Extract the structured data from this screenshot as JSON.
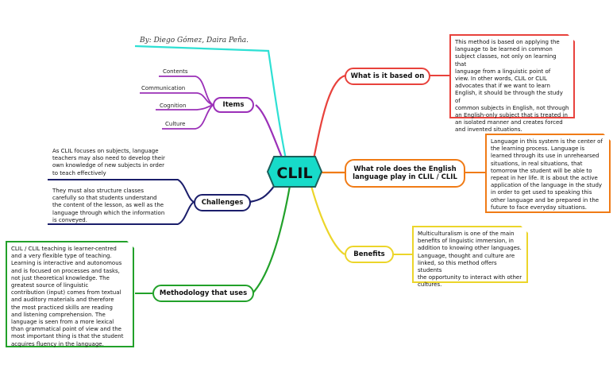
{
  "central": {
    "label": "CLIL",
    "fill": "#17dbc9",
    "border": "#1a5f5a"
  },
  "author": "By: Diego Gómez, Daira Peña.",
  "items": {
    "label": "Items",
    "color": "#9b30b8",
    "leaves": [
      "Contents",
      "Communication",
      "Cognition",
      "Culture"
    ]
  },
  "challenges": {
    "label": "Challenges",
    "color": "#1b1e6b",
    "notes": [
      "As CLIL focuses on subjects, language\nteachers may also need to develop their\nown knowledge of new subjects in order\nto teach effectively",
      "They must also structure classes\ncarefully so that students understand\nthe content of the lesson, as well as the\nlanguage through which the information\nis conveyed."
    ]
  },
  "methodology": {
    "label": "Methodology that uses",
    "color": "#22a12a",
    "note": "CLIL / CLIL teaching is learner-centred\nand a very flexible type of teaching.\nLearning is interactive and autonomous\nand is focused on processes and tasks,\nnot just theoretical knowledge. The\ngreatest source of linguistic\ncontribution (input) comes from textual\nand auditory materials and therefore\nthe most practiced skills are reading\nand listening comprehension. The\nlanguage is seen from a more lexical\nthan grammatical point of view and the\nmost important thing is that the student\nacquires fluency in the language."
  },
  "based_on": {
    "label": "What is it based on",
    "color": "#e8423c",
    "note": "This method is based on applying the\nlanguage to be learned in common\nsubject classes, not only on learning that\nlanguage from a linguistic point of\nview. In other words, CLIL or CLIL\nadvocates that if we want to learn\nEnglish, it should be through the study of\ncommon subjects in English, not through\nan English-only subject that is treated in\nan isolated manner and creates forced\nand invented situations."
  },
  "role": {
    "label": "What role does the English\nlanguage play in CLIL / CLIL",
    "color": "#f07b16",
    "note": "Language in this system is the center of\nthe learning process. Language is\nlearned through its use in unrehearsed\nsituations, in real situations, that\ntomorrow the student will be able to\nrepeat in her life. It is about the active\napplication of the language in the study\nin order to get used to speaking this\nother language and be prepared in the\nfuture to face everyday situations."
  },
  "benefits": {
    "label": "Benefits",
    "color": "#ecd52a",
    "note": "Multiculturalism is one of the main\nbenefits of linguistic immersion, in\naddition to knowing other languages.\nLanguage, thought and culture are\nlinked, so this method offers students\nthe opportunity to interact with other\ncultures."
  },
  "author_line_color": "#2ee0d4"
}
